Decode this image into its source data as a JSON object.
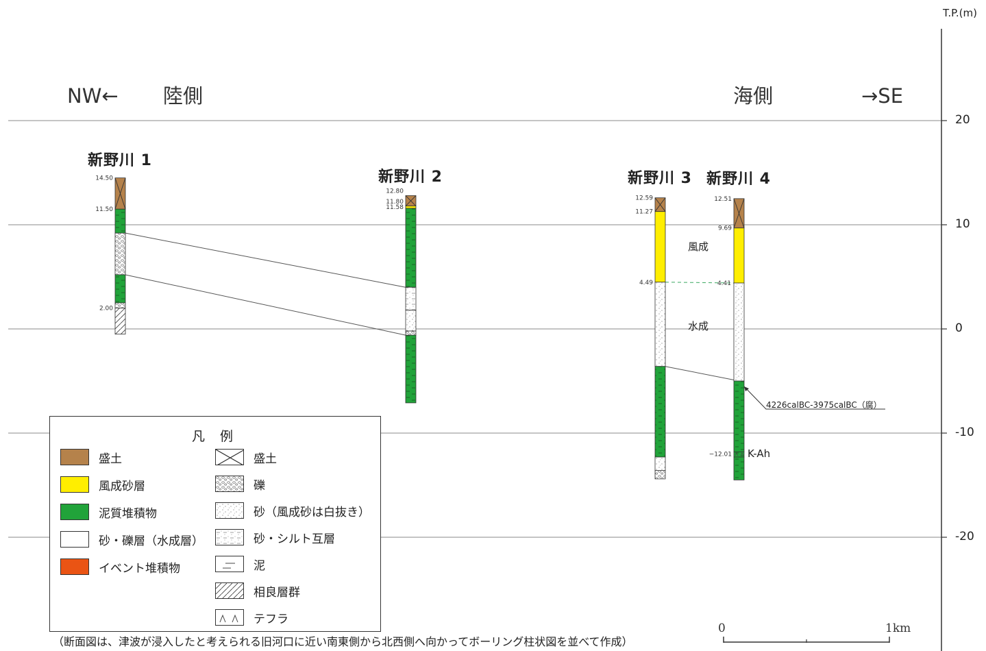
{
  "axis": {
    "unit": "T.P.(m)",
    "ticks": [
      {
        "value": 20,
        "label": "20"
      },
      {
        "value": 10,
        "label": "10"
      },
      {
        "value": 0,
        "label": "0"
      },
      {
        "value": -10,
        "label": "-10"
      },
      {
        "value": -20,
        "label": "-20"
      }
    ]
  },
  "directions": {
    "nw": "NW←",
    "land": "陸側",
    "sea": "海側",
    "se": "→SE"
  },
  "boreholes": [
    {
      "name": "新野川 1",
      "depth_labels": [
        "14.50",
        "11.50",
        "2.00"
      ],
      "layers": [
        {
          "top": 14.5,
          "bottom": 11.5,
          "kind": "fill"
        },
        {
          "top": 11.5,
          "bottom": 9.2,
          "kind": "mud"
        },
        {
          "top": 9.2,
          "bottom": 5.2,
          "kind": "gravel"
        },
        {
          "top": 5.2,
          "bottom": 2.5,
          "kind": "mud"
        },
        {
          "top": 2.5,
          "bottom": 2.0,
          "kind": "gravel"
        },
        {
          "top": 2.0,
          "bottom": -0.5,
          "kind": "bedrock"
        }
      ]
    },
    {
      "name": "新野川 2",
      "depth_labels": [
        "12.80",
        "11.80",
        "11.58"
      ],
      "layers": [
        {
          "top": 12.8,
          "bottom": 11.8,
          "kind": "fill"
        },
        {
          "top": 11.8,
          "bottom": 11.58,
          "kind": "aeolian"
        },
        {
          "top": 11.58,
          "bottom": 4.0,
          "kind": "mud"
        },
        {
          "top": 4.0,
          "bottom": 1.8,
          "kind": "sandsilt"
        },
        {
          "top": 1.8,
          "bottom": -0.2,
          "kind": "sand"
        },
        {
          "top": -0.2,
          "bottom": -0.6,
          "kind": "gravel"
        },
        {
          "top": -0.6,
          "bottom": -7.1,
          "kind": "mud"
        }
      ]
    },
    {
      "name": "新野川 3",
      "depth_labels": [
        "12.59",
        "11.27",
        "4.49"
      ],
      "layers": [
        {
          "top": 12.59,
          "bottom": 11.27,
          "kind": "fill"
        },
        {
          "top": 11.27,
          "bottom": 4.49,
          "kind": "aeolian"
        },
        {
          "top": 4.49,
          "bottom": -3.6,
          "kind": "sand"
        },
        {
          "top": -3.6,
          "bottom": -12.3,
          "kind": "mud"
        },
        {
          "top": -12.3,
          "bottom": -13.6,
          "kind": "sand"
        },
        {
          "top": -13.6,
          "bottom": -14.4,
          "kind": "gravel"
        }
      ]
    },
    {
      "name": "新野川 4",
      "depth_labels": [
        "12.51",
        "9.69",
        "4.41",
        "−12.01"
      ],
      "layers": [
        {
          "top": 12.51,
          "bottom": 9.69,
          "kind": "fill"
        },
        {
          "top": 9.69,
          "bottom": 4.41,
          "kind": "aeolian"
        },
        {
          "top": 4.41,
          "bottom": -5.0,
          "kind": "sand"
        },
        {
          "top": -5.0,
          "bottom": -11.8,
          "kind": "mud"
        },
        {
          "top": -11.8,
          "bottom": -12.3,
          "kind": "tephra"
        },
        {
          "top": -12.3,
          "bottom": -14.5,
          "kind": "mud"
        }
      ]
    }
  ],
  "zones": {
    "aeolian": "風成",
    "water": "水成"
  },
  "annotations": {
    "radiocarbon": "4226calBC-3975calBC（腐）",
    "tephra": "K-Ah"
  },
  "legend": {
    "title": "凡 例",
    "colors": [
      {
        "label": "盛土",
        "color": "#b5824b"
      },
      {
        "label": "風成砂層",
        "color": "#ffee00"
      },
      {
        "label": "泥質堆積物",
        "color": "#21a33a"
      },
      {
        "label": "砂・礫層（水成層）",
        "color": "#ffffff"
      },
      {
        "label": "イベント堆積物",
        "color": "#ea5414"
      }
    ],
    "patterns": [
      {
        "label": "盛土",
        "icon": "cross-box-icon"
      },
      {
        "label": "礫",
        "icon": "gravel-pattern-icon"
      },
      {
        "label": "砂（風成砂は白抜き）",
        "icon": "sand-pattern-icon"
      },
      {
        "label": "砂・シルト互層",
        "icon": "sand-silt-pattern-icon"
      },
      {
        "label": "泥",
        "icon": "mud-pattern-icon"
      },
      {
        "label": "相良層群",
        "icon": "hatch-pattern-icon"
      },
      {
        "label": "テフラ",
        "icon": "tephra-pattern-icon"
      }
    ]
  },
  "scale": {
    "start": "0",
    "end": "1km"
  },
  "note": "（断面図は、津波が浸入したと考えられる旧河口に近い南東側から北西側へ向かってボーリング柱状図を並べて作成）"
}
